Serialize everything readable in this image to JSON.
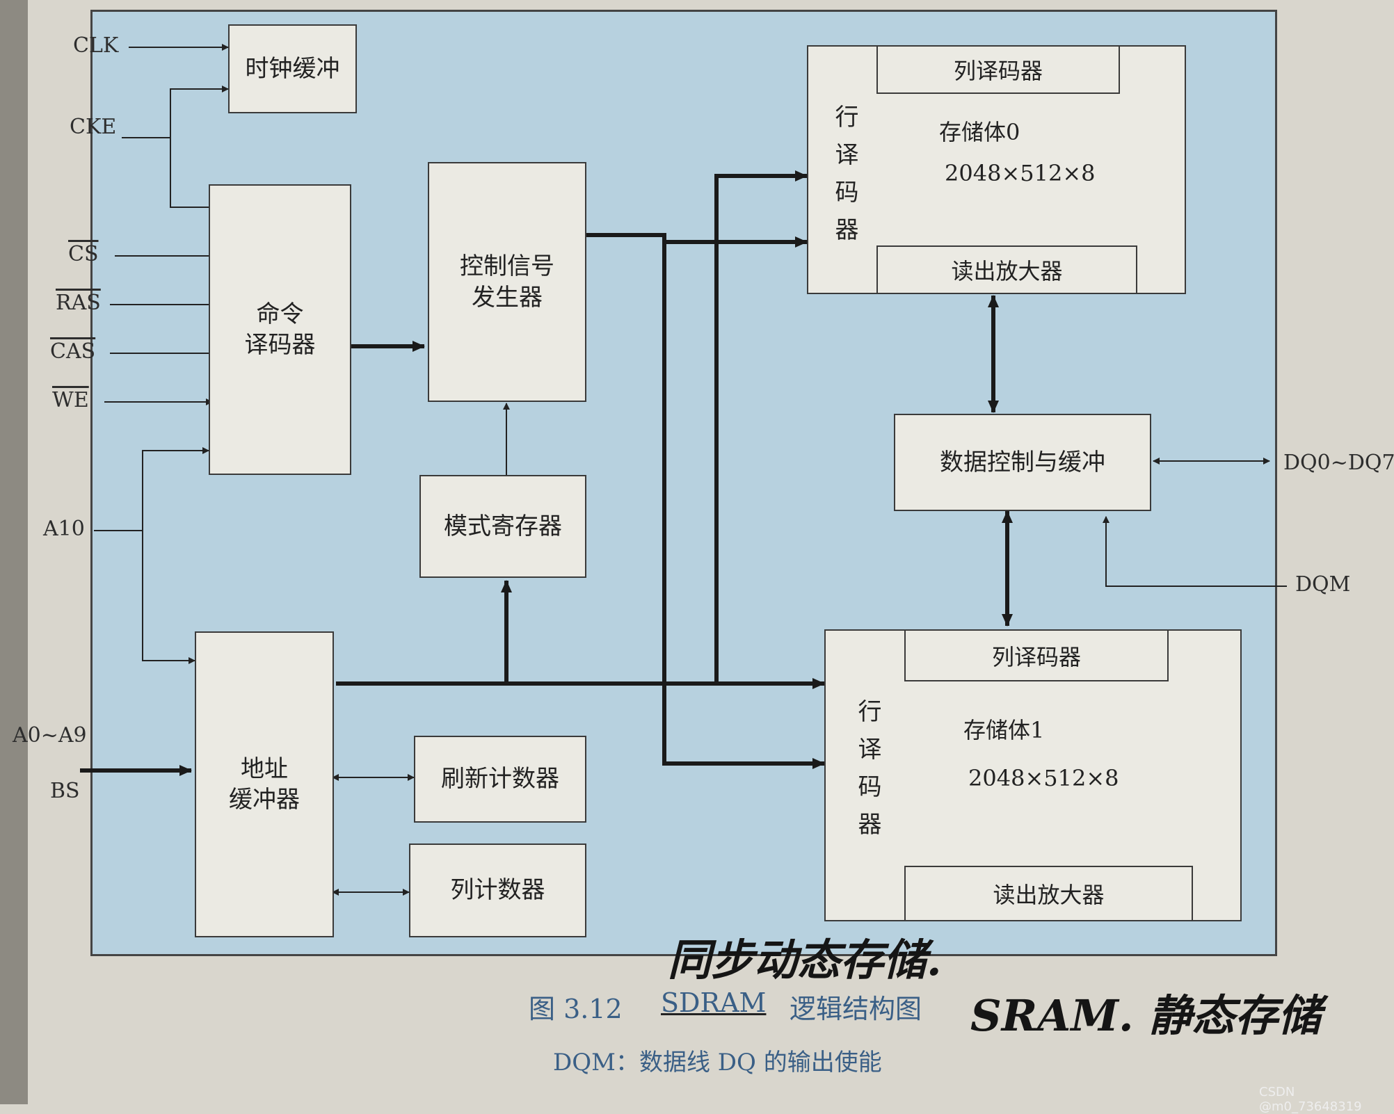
{
  "signals": {
    "clk": "CLK",
    "cke": "CKE",
    "cs": "CS",
    "ras": "RAS",
    "cas": "CAS",
    "we": "WE",
    "a10": "A10",
    "a0_a9": "A0~A9",
    "bs": "BS",
    "dq": "DQ0~DQ7",
    "dqm": "DQM"
  },
  "blocks": {
    "clock_buffer": "时钟缓冲",
    "command_decoder": "命令\n译码器",
    "control_generator": "控制信号\n发生器",
    "mode_register": "模式寄存器",
    "address_buffer": "地址\n缓冲器",
    "refresh_counter": "刷新计数器",
    "column_counter": "列计数器",
    "data_control": "数据控制与缓冲"
  },
  "banks": [
    {
      "column_decoder": "列译码器",
      "row_decoder": "行译码器",
      "name": "存储体0",
      "size": "2048×512×8",
      "sense_amp": "读出放大器"
    },
    {
      "column_decoder": "列译码器",
      "row_decoder": "行译码器",
      "name": "存储体1",
      "size": "2048×512×8",
      "sense_amp": "读出放大器"
    }
  ],
  "caption": {
    "figure": "图 3.12",
    "title_term": "SDRAM",
    "title_rest": "逻辑结构图",
    "note": "DQM：数据线 DQ 的输出使能"
  },
  "handwriting": {
    "line1": "同步动态存储.",
    "line2": "SRAM. 静态存储"
  },
  "watermark": "CSDN @m0_73648319",
  "colors": {
    "panel": "#b7d1df",
    "block": "#ebeae3",
    "caption": "#3a5f86"
  }
}
